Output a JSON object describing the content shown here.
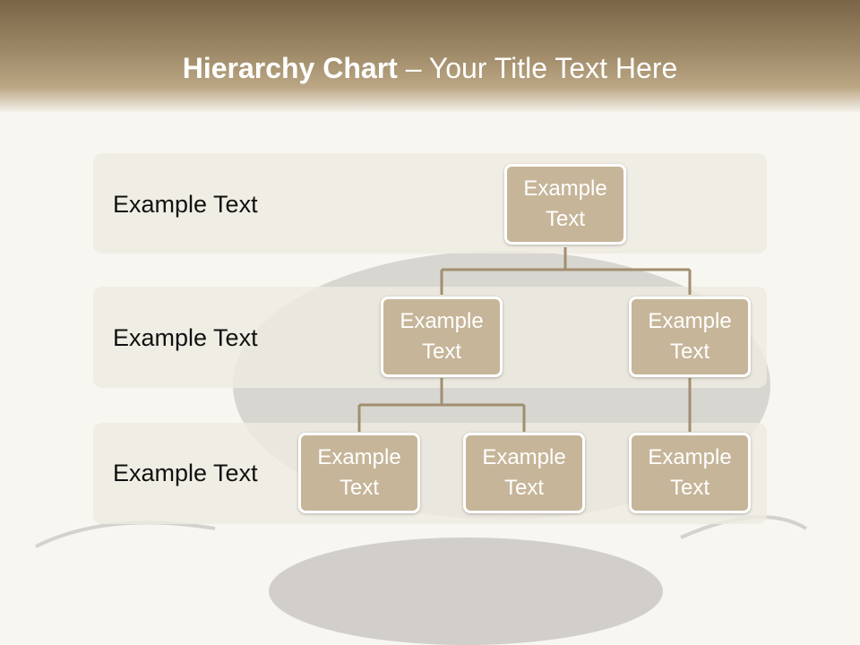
{
  "title": {
    "bold": "Hierarchy Chart",
    "dash": " – ",
    "rest": "Your Title Text Here"
  },
  "bands": [
    {
      "label": "Example Text"
    },
    {
      "label": "Example Text"
    },
    {
      "label": "Example Text"
    }
  ],
  "nodes": {
    "root": "Example\nText",
    "level2_left": "Example\nText",
    "level2_right": "Example\nText",
    "level3_a": "Example\nText",
    "level3_b": "Example\nText",
    "level3_c": "Example\nText"
  },
  "colors": {
    "node_fill": "#c6b598",
    "header": "#9c8866",
    "connector": "#a08f70"
  }
}
